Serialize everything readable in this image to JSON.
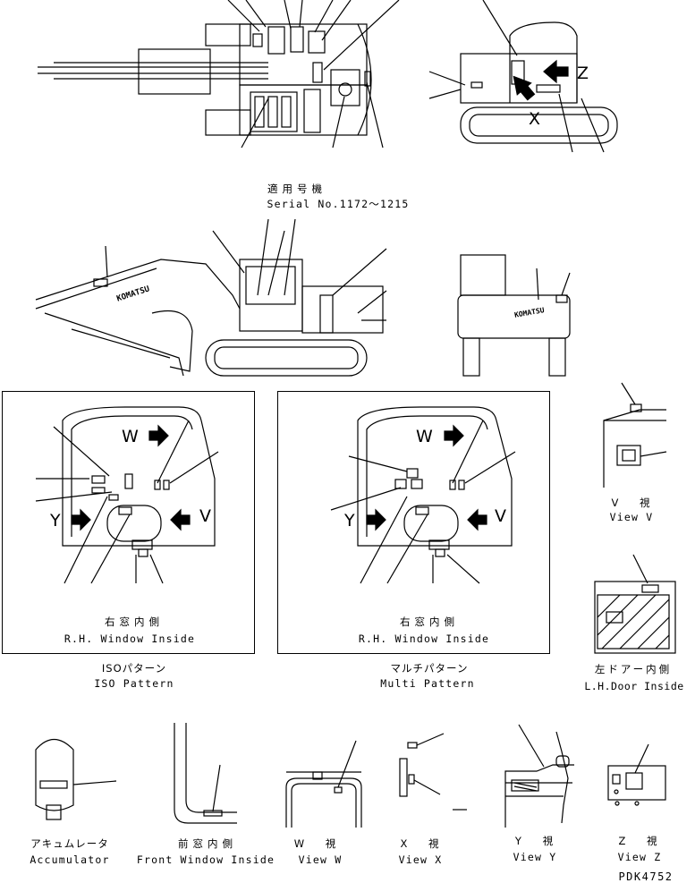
{
  "serial": {
    "label_jp": "適用号機",
    "label_en": "Serial No.1172～1215"
  },
  "panels": {
    "iso": {
      "window_jp": "右窓内側",
      "window_en": "R.H. Window Inside",
      "title_jp": "ISOパターン",
      "title_en": "ISO Pattern",
      "letters": [
        "W",
        "Y",
        "V"
      ]
    },
    "multi": {
      "window_jp": "右窓内側",
      "window_en": "R.H. Window Inside",
      "title_jp": "マルチパターン",
      "title_en": "Multi Pattern",
      "letters": [
        "W",
        "Y",
        "V"
      ]
    }
  },
  "top_view_letters": [
    "Z",
    "X"
  ],
  "views": {
    "v": {
      "jp": "V 視",
      "en": "View V"
    },
    "lh_door": {
      "jp": "左ドアー内側",
      "en": "L.H.Door Inside"
    },
    "accumulator": {
      "jp": "アキュムレータ",
      "en": "Accumulator"
    },
    "front_window": {
      "jp": "前窓内側",
      "en": "Front Window Inside"
    },
    "w": {
      "jp": "W 視",
      "en": "View W"
    },
    "x": {
      "jp": "X 視",
      "en": "View X"
    },
    "y": {
      "jp": "Y 視",
      "en": "View Y"
    },
    "z": {
      "jp": "Z 視",
      "en": "View Z"
    }
  },
  "brand_text": "KOMATSU",
  "drawing_number": "PDK4752",
  "icons": [
    "arrow-right-icon",
    "arrow-left-icon",
    "arrow-up-icon"
  ]
}
